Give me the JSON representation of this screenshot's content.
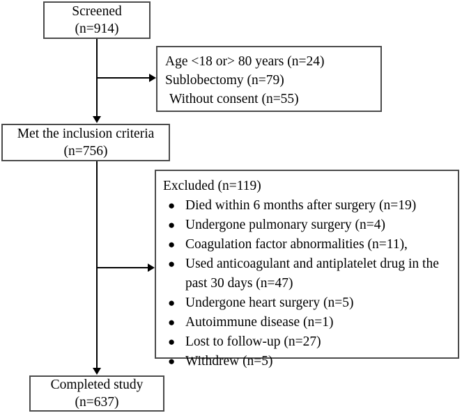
{
  "chart_data": {
    "type": "diagram",
    "title": "Participant flow diagram",
    "nodes": [
      {
        "id": "screened",
        "lines": [
          "Screened",
          "(n=914)"
        ]
      },
      {
        "id": "excluded_pre",
        "lines": [
          "Age <18 or> 80 years (n=24)",
          "Sublobectomy (n=79)",
          " Without consent (n=55)"
        ]
      },
      {
        "id": "included",
        "lines": [
          "Met the inclusion criteria",
          "(n=756)"
        ]
      },
      {
        "id": "excluded_post",
        "title": "Excluded (n=119)",
        "items": [
          "Died within 6 months after surgery (n=19)",
          "Undergone pulmonary surgery (n=4)",
          "Coagulation factor abnormalities (n=11),",
          "Used anticoagulant and antiplatelet drug in the past 30 days (n=47)",
          "Undergone heart surgery (n=5)",
          " Autoimmune disease (n=1)",
          " Lost to follow-up (n=27)",
          "Withdrew (n=5)"
        ]
      },
      {
        "id": "completed",
        "lines": [
          "Completed study",
          "(n=637)"
        ]
      }
    ]
  },
  "nodes": {
    "screened": {
      "line1": "Screened",
      "line2": "(n=914)"
    },
    "excluded_pre": {
      "line1": "Age <18 or> 80 years (n=24)",
      "line2": "Sublobectomy (n=79)",
      "line3": " Without consent (n=55)"
    },
    "included": {
      "line1": "Met the inclusion criteria",
      "line2": "(n=756)"
    },
    "excluded_post": {
      "title": "Excluded (n=119)",
      "bullet": "●",
      "items": [
        "Died within 6 months after surgery (n=19)",
        "Undergone pulmonary surgery (n=4)",
        "Coagulation factor abnormalities (n=11),",
        "Used anticoagulant and antiplatelet drug in the past 30 days (n=47)",
        "Undergone heart surgery (n=5)",
        " Autoimmune disease (n=1)",
        " Lost to follow-up (n=27)",
        "Withdrew (n=5)"
      ]
    },
    "completed": {
      "line1": "Completed study",
      "line2": "(n=637)"
    }
  },
  "colors": {
    "box_border": "#4a4a4a",
    "connector": "#000000",
    "background": "#ffffff",
    "text": "#000000"
  }
}
